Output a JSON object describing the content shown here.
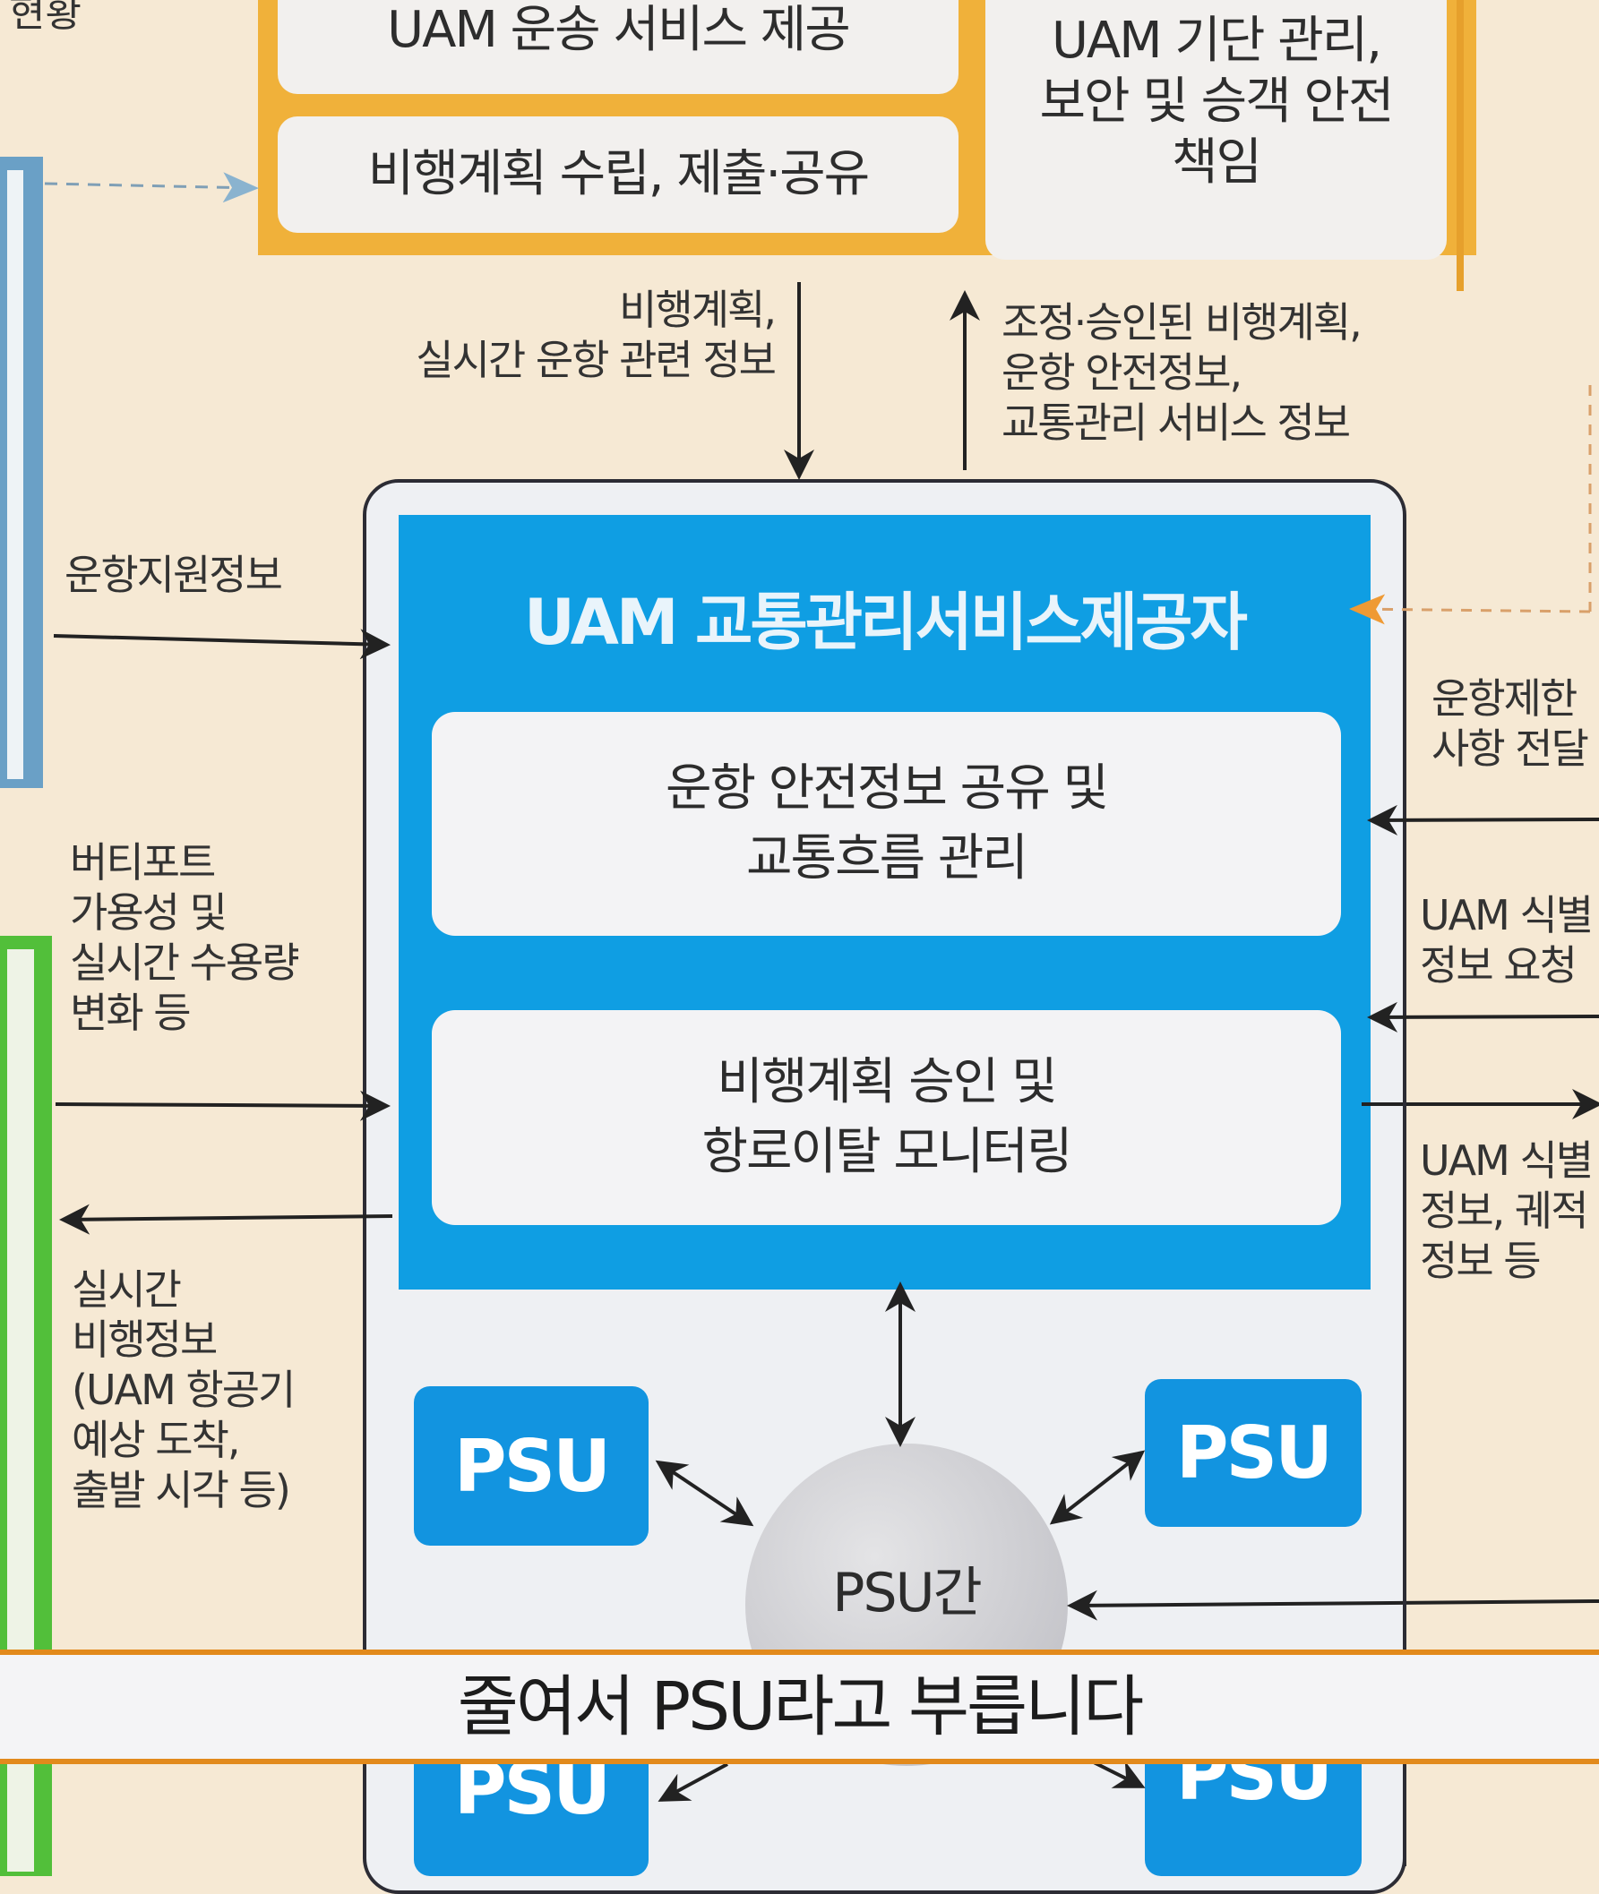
{
  "top": {
    "cut_label": "현황",
    "box_service": "UAM 운송 서비스 제공",
    "box_flightplan": "비행계획 수립, 제출·공유",
    "box_safety": [
      "UAM 기단 관리,",
      "보안 및 승객 안전",
      "책임"
    ]
  },
  "flows": {
    "down_label": [
      "비행계획,",
      "실시간 운항 관련 정보"
    ],
    "up_label": [
      "조정·승인된 비행계획,",
      "운항 안전정보,",
      "교통관리 서비스 정보"
    ],
    "left_support": "운항지원정보",
    "left_vertiport": [
      "버티포트",
      "가용성 및",
      "실시간 수용량",
      "변화 등"
    ],
    "left_realtime": [
      "실시간",
      "비행정보",
      "(UAM 항공기",
      "예상 도착,",
      "출발 시각 등)"
    ],
    "right_restriction": [
      "운항제한",
      "사항 전달"
    ],
    "right_id_request": [
      "UAM 식별",
      "정보 요청"
    ],
    "right_id_info": [
      "UAM 식별",
      "정보, 궤적",
      "정보 등"
    ]
  },
  "provider": {
    "title": "UAM 교통관리서비스제공자",
    "box1": [
      "운항 안전정보 공유 및",
      "교통흐름 관리"
    ],
    "box2": [
      "비행계획 승인 및",
      "항로이탈 모니터링"
    ]
  },
  "psu": {
    "label": "PSU",
    "circle_label": "PSU간"
  },
  "caption": "줄여서 PSU라고 부릅니다"
}
